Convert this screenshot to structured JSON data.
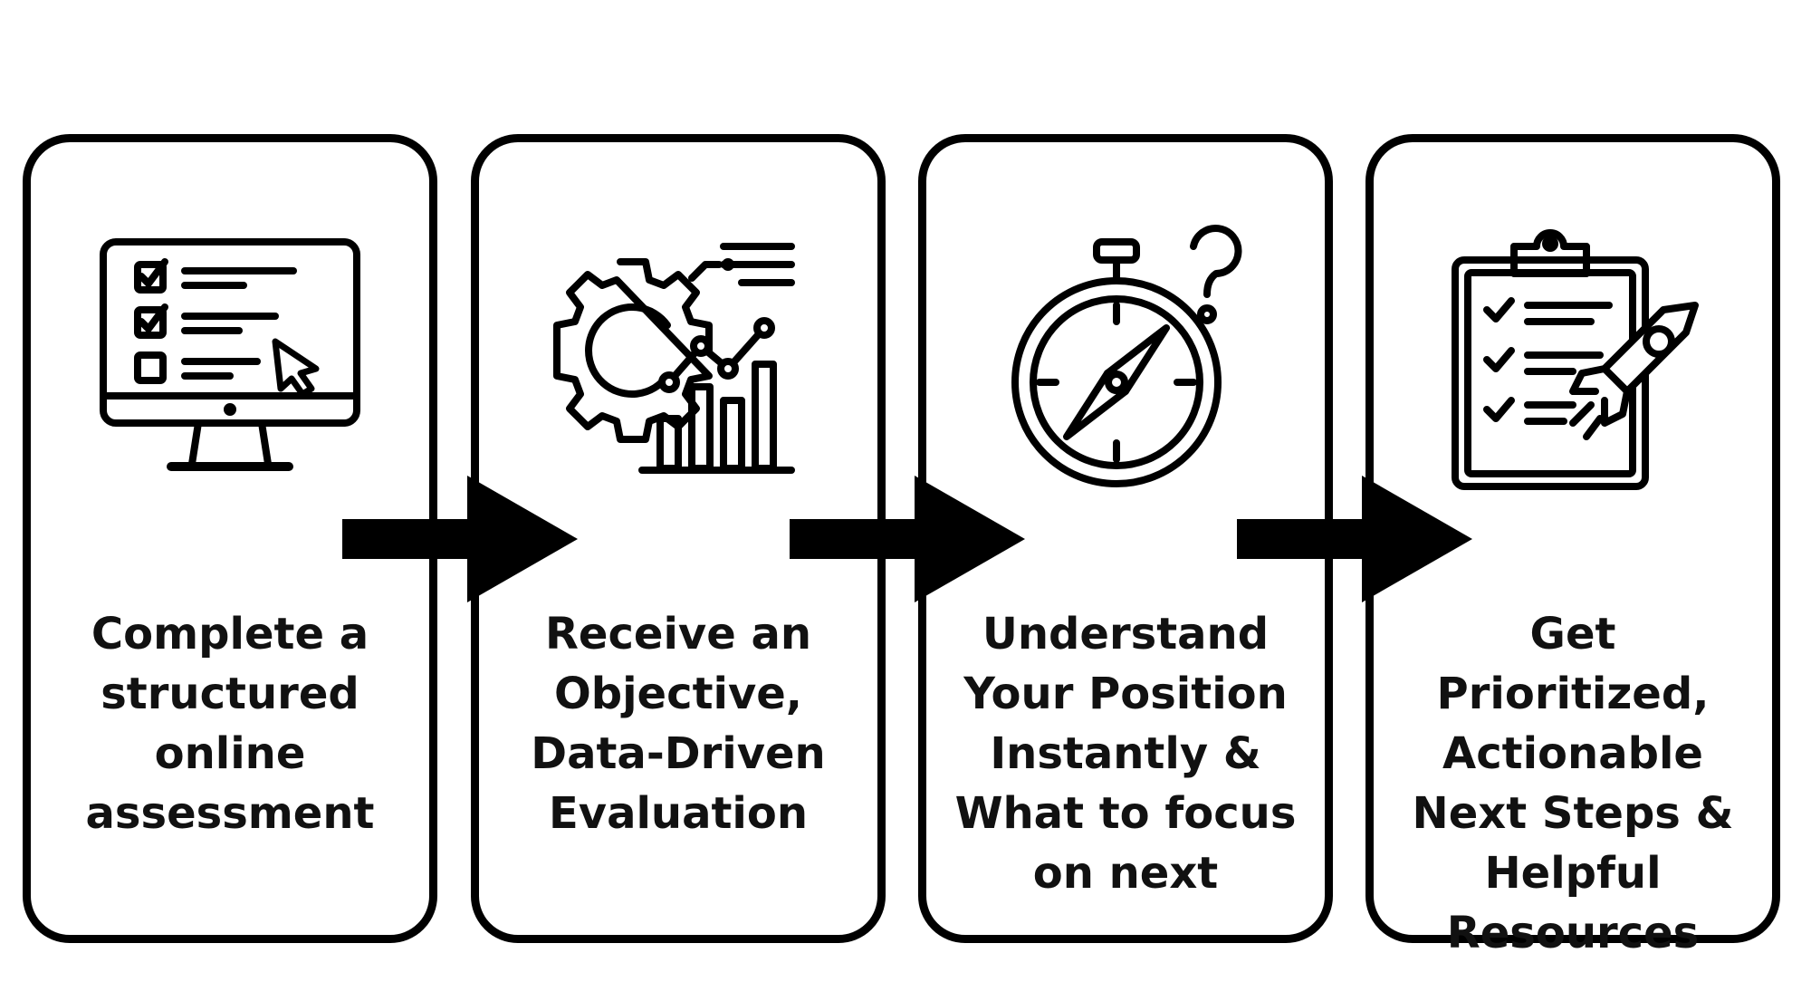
{
  "steps": [
    {
      "text": "Complete a\nstructured\nonline\nassessment",
      "icon": "computer-checklist-icon"
    },
    {
      "text": "Receive an\nObjective,\nData-Driven\nEvaluation",
      "icon": "gear-chart-icon"
    },
    {
      "text": "Understand\nYour Position\nInstantly &\nWhat to focus\non next",
      "icon": "compass-question-icon"
    },
    {
      "text": "Get Prioritized,\nActionable\nNext Steps &\nHelpful\nResources",
      "icon": "clipboard-rocket-icon"
    }
  ],
  "arrow_icon": "arrow-right-icon",
  "colors": {
    "stroke": "#000000",
    "background": "#ffffff"
  }
}
